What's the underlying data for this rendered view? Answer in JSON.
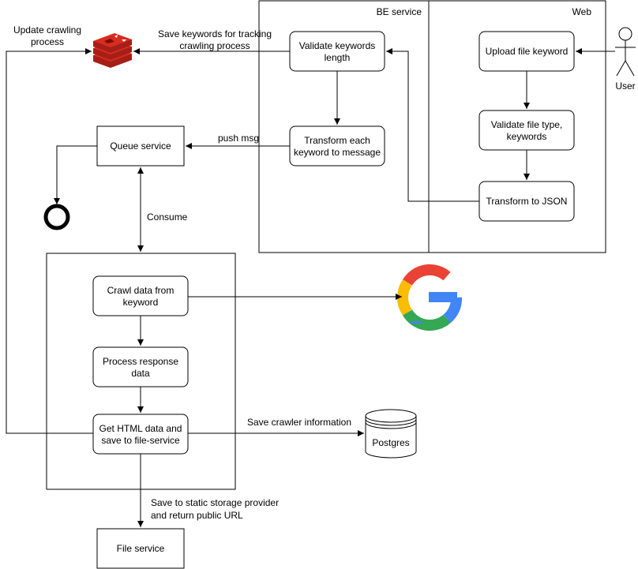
{
  "containers": {
    "be_service": "BE service",
    "web": "Web"
  },
  "actor": {
    "label": "User"
  },
  "nodes": {
    "validate_keywords": [
      "Validate keywords",
      "length"
    ],
    "transform_each": [
      "Transform each",
      "keyword to message"
    ],
    "upload_file": [
      "Upload file keyword"
    ],
    "validate_file": [
      "Validate file type,",
      "keywords"
    ],
    "transform_json": [
      "Transform to JSON"
    ],
    "queue_service": [
      "Queue service"
    ],
    "crawl_data": [
      "Crawl data from",
      "keyword"
    ],
    "process_response": [
      "Process response",
      "data"
    ],
    "get_html": [
      "Get HTML data and",
      "save to file-service"
    ],
    "file_service": [
      "File service"
    ],
    "postgres": [
      "Postgres"
    ]
  },
  "edge_labels": {
    "update_crawling": [
      "Update crawling",
      "process"
    ],
    "save_keywords": [
      "Save keywords for tracking",
      "crawling process"
    ],
    "push_msg": "push msg",
    "consume": "Consume",
    "save_crawler": "Save crawler information",
    "save_static": [
      "Save to static storage provider",
      "and return public URL"
    ]
  },
  "icons": {
    "redis": "redis-icon",
    "google": "google-icon",
    "end": "end-circle-icon",
    "database": "database-icon",
    "user": "user-actor-icon"
  }
}
